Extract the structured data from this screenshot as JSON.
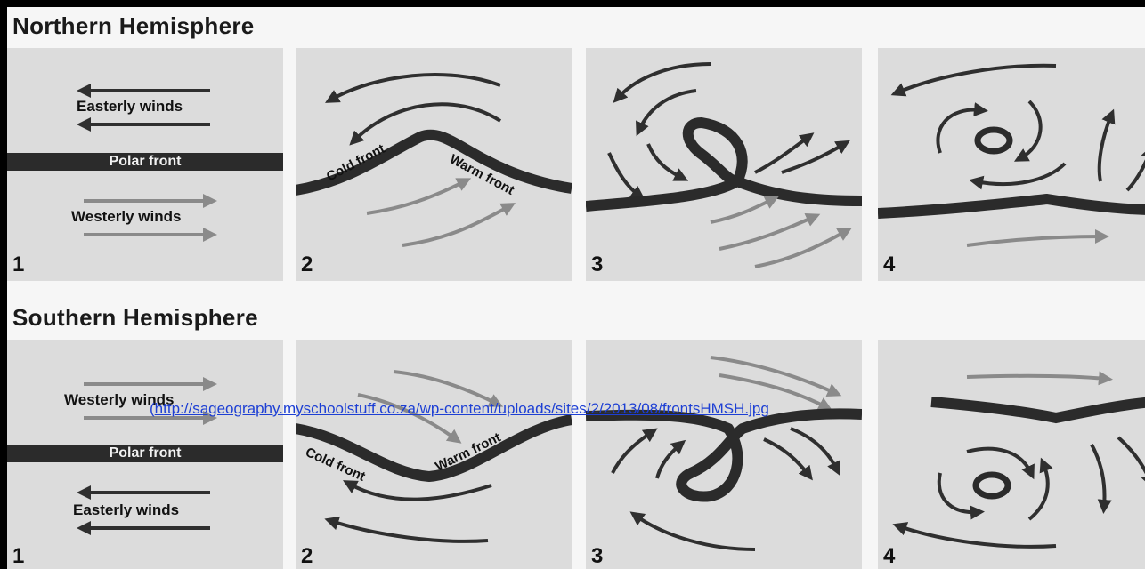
{
  "northern": {
    "title": "Northern Hemisphere",
    "panel1": {
      "top_wind": "Easterly winds",
      "band": "Polar front",
      "bottom_wind": "Westerly winds",
      "number": "1"
    },
    "panel2": {
      "cold": "Cold front",
      "warm": "Warm front",
      "number": "2"
    },
    "panel3": {
      "number": "3"
    },
    "panel4": {
      "number": "4"
    }
  },
  "southern": {
    "title": "Southern Hemisphere",
    "panel1": {
      "top_wind": "Westerly winds",
      "band": "Polar front",
      "bottom_wind": "Easterly winds",
      "number": "1"
    },
    "panel2": {
      "cold": "Cold front",
      "warm": "Warm front",
      "number": "2"
    },
    "panel3": {
      "number": "3"
    },
    "panel4": {
      "number": "4"
    }
  },
  "source": {
    "prefix": "(",
    "url": "http://sageography.myschoolstuff.co.za/wp-content/uploads/sites/2/2013/08/frontsHMSH.jpg"
  },
  "colors": {
    "front": "#2b2b2b",
    "warm_arrow": "#8a8a8a",
    "cold_arrow": "#2f2f2f",
    "panel_bg": "#dcdcdc",
    "link": "#1d3fd4"
  }
}
